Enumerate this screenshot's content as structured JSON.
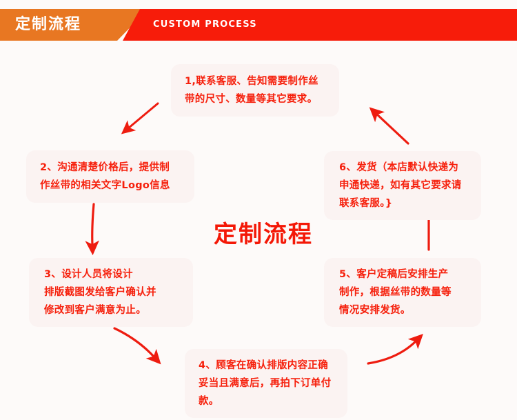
{
  "header": {
    "title_cn": "定制流程",
    "title_en": "CUSTOM PROCESS",
    "orange_color": "#e87722",
    "red_color": "#f71c0a"
  },
  "center": {
    "title": "定制流程",
    "color": "#f41807"
  },
  "theme": {
    "box_background": "#fbf3f2",
    "text_red": "#f6200c",
    "arrow_red": "#ee1c10",
    "page_background": "#fdfaf9"
  },
  "steps": [
    {
      "id": 1,
      "text": "1,联系客服、告知需要制作丝\n带的尺寸、数量等其它要求。"
    },
    {
      "id": 2,
      "text": "2、沟通清楚价格后，提供制\n作丝带的相关文字Logo信息"
    },
    {
      "id": 3,
      "text": "3、设计人员将设计\n排版截图发给客户确认并\n修改到客户满意为止。"
    },
    {
      "id": 4,
      "text": "4、顾客在确认排版内容正确\n妥当且满意后，再拍下订单付\n款。"
    },
    {
      "id": 5,
      "text": "5、客户定稿后安排生产\n制作，根据丝带的数量等\n情况安排发货。"
    },
    {
      "id": 6,
      "text": "6、发货（本店默认快递为\n申通快递，如有其它要求请\n联系客服。}"
    }
  ],
  "arrows": [
    {
      "name": "arrow-step1-to-step2",
      "direction": "down-left"
    },
    {
      "name": "arrow-step2-to-step3",
      "direction": "down"
    },
    {
      "name": "arrow-step3-to-step4",
      "direction": "down-right"
    },
    {
      "name": "arrow-step4-to-step5",
      "direction": "up-right"
    },
    {
      "name": "arrow-step5-to-step6",
      "direction": "up"
    },
    {
      "name": "arrow-step6-to-step1",
      "direction": "up-left"
    }
  ]
}
